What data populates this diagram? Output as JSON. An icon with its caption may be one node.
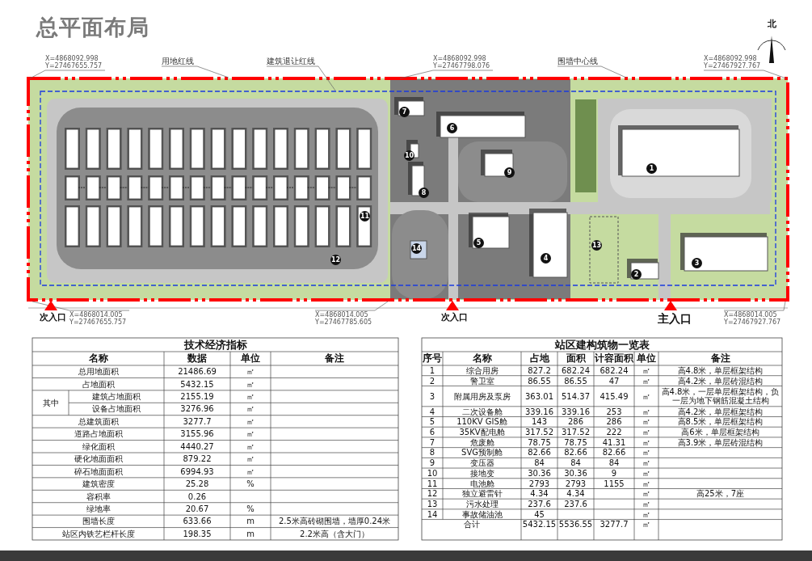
{
  "diagram": {
    "title": "总平面布局",
    "nodes": [
      {
        "text": [
          "用地红线"
        ]
      },
      {
        "text": [
          "建筑退让红线"
        ]
      },
      {
        "text": [
          "围墙中心线"
        ]
      },
      {
        "text": [
          "X=4868092.998 Y=27467655.757"
        ]
      },
      {
        "text": [
          "X=4868092.998 Y=27467798.076"
        ]
      },
      {
        "text": [
          "X=4868092.998 Y=27467927.767"
        ]
      },
      {
        "text": [
          "X=4868014.005 Y=27467655.757"
        ]
      },
      {
        "text": [
          "X=4868014.005 Y=27467785.605"
        ]
      },
      {
        "text": [
          "X=4868014.005 Y=27467927.767"
        ]
      }
    ],
    "edges": [
      {
        "from": 0,
        "to": null,
        "arrow": "none"
      },
      {
        "from": 1,
        "to": null,
        "arrow": "none"
      },
      {
        "from": 2,
        "to": null,
        "arrow": "none"
      },
      {
        "from": 3,
        "to": null,
        "arrow": "none"
      },
      {
        "from": 4,
        "to": null,
        "arrow": "none"
      },
      {
        "from": 5,
        "to": null,
        "arrow": "none"
      },
      {
        "from": 6,
        "to": null,
        "arrow": "none"
      },
      {
        "from": 7,
        "to": null,
        "arrow": "none"
      },
      {
        "from": 8,
        "to": null,
        "arrow": "none"
      }
    ],
    "labels": [
      "北",
      "次入口",
      "次入口",
      "主入口",
      "1",
      "2",
      "3",
      "4",
      "5",
      "6",
      "7",
      "8",
      "9",
      "10",
      "11",
      "12",
      "13",
      "14",
      "技术经济指标",
      "名称",
      "数据",
      "单位",
      "备注",
      "总用地面积",
      "21486.69",
      "㎡",
      "占地面积",
      "5432.15",
      "㎡",
      "其中",
      "建筑占地面积",
      "2155.19",
      "㎡",
      "设备占地面积",
      "3276.96",
      "㎡",
      "总建筑面积",
      "3277.7",
      "㎡",
      "道路占地面积",
      "3155.96",
      "㎡",
      "绿化面积",
      "4440.27",
      "㎡",
      "硬化地面面积",
      "879.22",
      "㎡",
      "碎石地面面积",
      "6994.93",
      "㎡",
      "建筑密度",
      "25.28",
      "%",
      "容积率",
      "0.26",
      "绿地率",
      "20.67",
      "%",
      "围墙长度",
      "633.66",
      "m",
      "2.5米高砖砌围墙，墙厚0.24米",
      "站区内铁艺栏杆长度",
      "198.35",
      "m",
      "2.2米高（含大门）",
      "站区建构筑物一览表",
      "序号",
      "名称",
      "占地",
      "面积",
      "计容面积",
      "单位",
      "备注",
      "1",
      "综合用房",
      "827.2",
      "682.24",
      "682.24",
      "㎡",
      "高4.8米，单层框架结构",
      "2",
      "警卫室",
      "86.55",
      "86.55",
      "47",
      "㎡",
      "高4.2米，单层砖混结构",
      "3",
      "附属用房及泵房",
      "363.01",
      "514.37",
      "415.49",
      "㎡",
      "高4.8米，一层单层框架结构，负一层为地下钢筋混凝土结构",
      "4",
      "二次设备舱",
      "339.16",
      "339.16",
      "253",
      "㎡",
      "高4.2米，单层框架结构",
      "5",
      "110KV GIS舱",
      "143",
      "286",
      "286",
      "㎡",
      "高8.5米，单层框架结构",
      "6",
      "35KV配电舱",
      "317.52",
      "317.52",
      "222",
      "㎡",
      "高6米，单层框架结构",
      "7",
      "危废舱",
      "78.75",
      "78.75",
      "41.31",
      "㎡",
      "高3.9米，单层砖混结构",
      "8",
      "SVG预制舱",
      "82.66",
      "82.66",
      "82.66",
      "㎡",
      "9",
      "变压器",
      "84",
      "84",
      "84",
      "㎡",
      "10",
      "接地变",
      "30.36",
      "30.36",
      "9",
      "㎡",
      "11",
      "电池舱",
      "2793",
      "2793",
      "1155",
      "㎡",
      "12",
      "独立避雷针",
      "4.34",
      "4.34",
      "㎡",
      "高25米，7座",
      "13",
      "污水处理",
      "237.6",
      "237.6",
      "㎡",
      "14",
      "事故储油池",
      "45",
      "㎡",
      "合计",
      "5432.15",
      "5536.55",
      "3277.7",
      "㎡"
    ]
  }
}
